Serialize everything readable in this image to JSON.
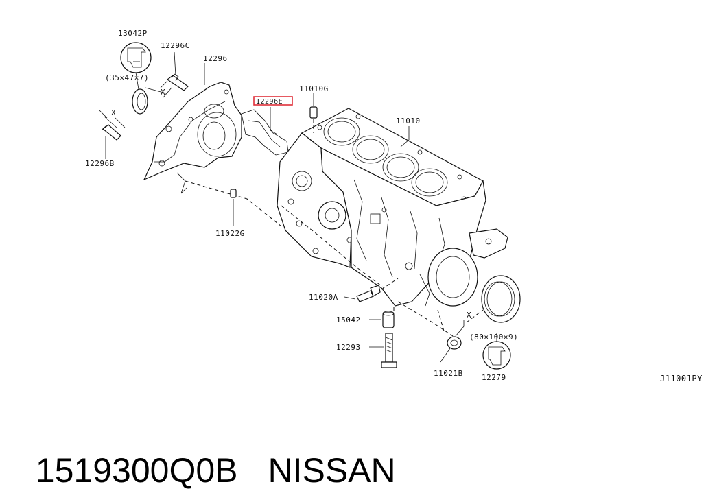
{
  "diagram": {
    "callouts": {
      "p13042P": "13042P",
      "p12296C": "12296C",
      "p12296": "12296",
      "seal_small_size": "(35×47×7)",
      "x_left": "X",
      "x_small": "X",
      "p12296B": "12296B",
      "p12296E": "12296E",
      "p11010G": "11010G",
      "p11010": "11010",
      "p11022G": "11022G",
      "p11020A": "11020A",
      "p15042": "15042",
      "p12293": "12293",
      "x_right": "X",
      "seal_large_size": "(80×100×9)",
      "p11021B": "11021B",
      "p12279": "12279"
    },
    "figure_code": "J11001PY",
    "highlight_color": "#e0303a"
  },
  "caption": {
    "part_number": "1519300Q0B",
    "brand": "NISSAN"
  }
}
